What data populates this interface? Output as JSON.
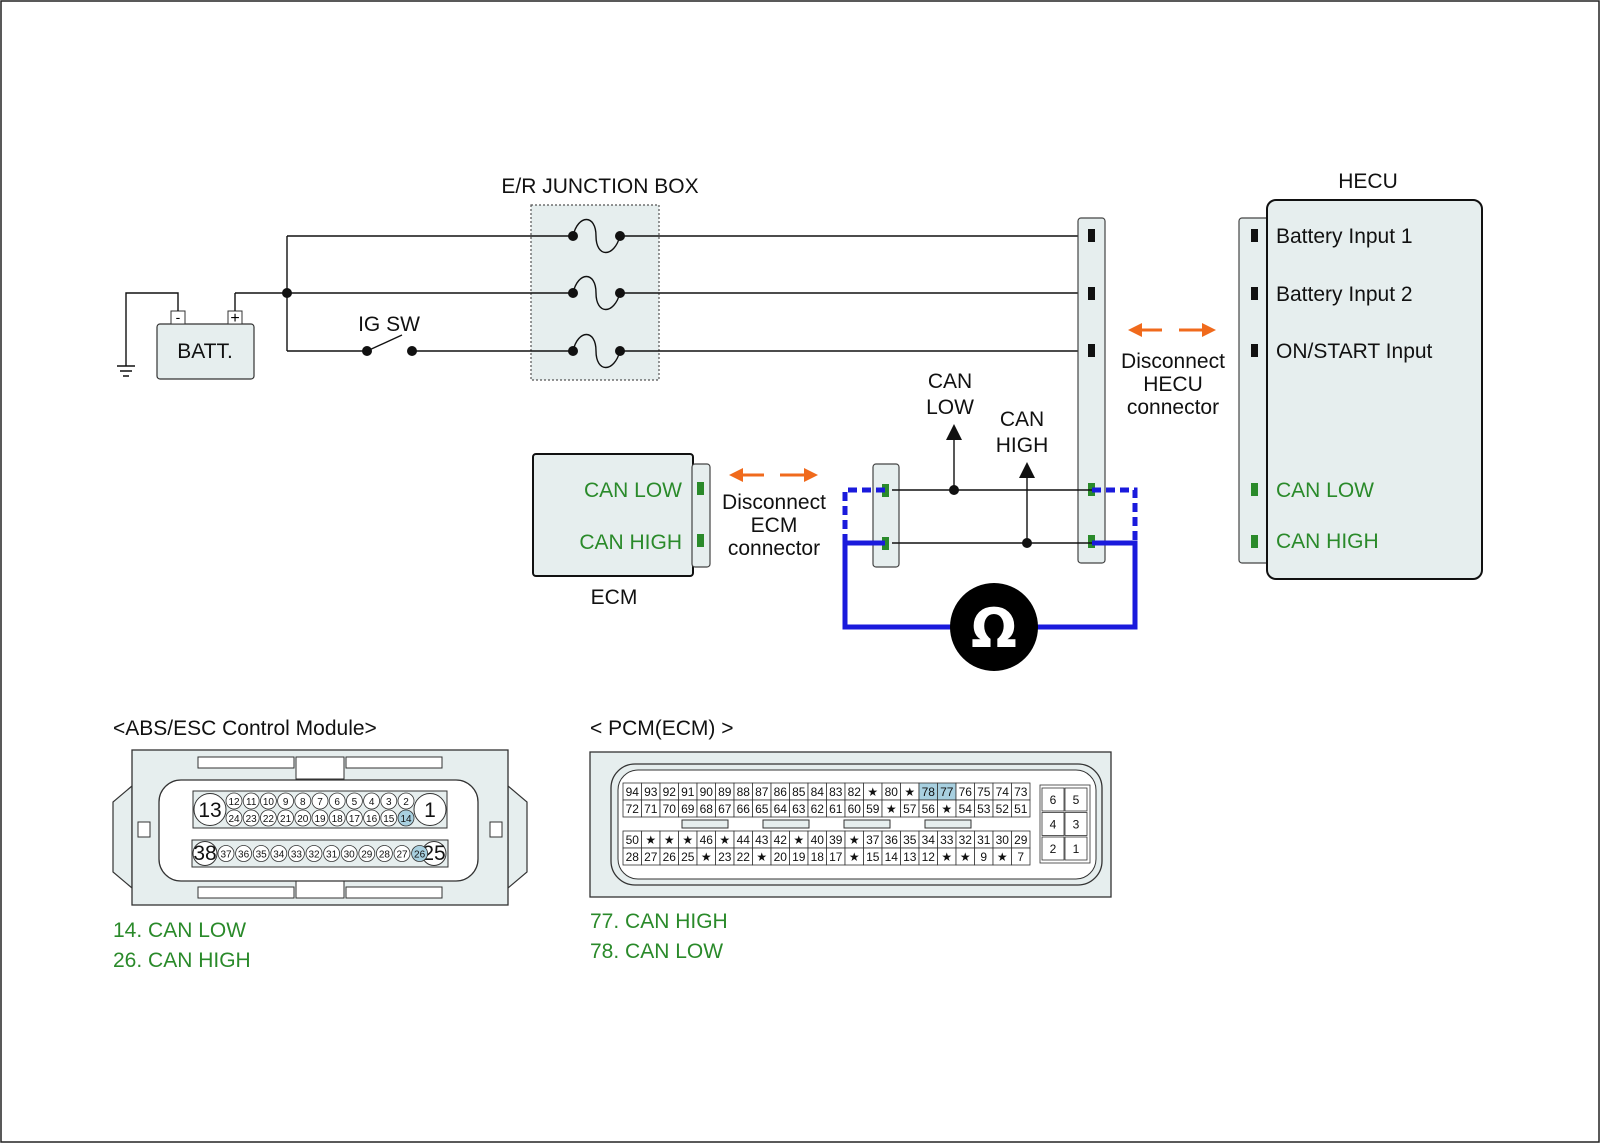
{
  "labels": {
    "junction_box": "E/R JUNCTION BOX",
    "batt": "BATT.",
    "batt_minus": "-",
    "batt_plus": "+",
    "ig_sw": "IG SW",
    "hecu": "HECU",
    "hecu_pins": [
      "Battery Input 1",
      "Battery Input 2",
      "ON/START Input",
      "CAN LOW",
      "CAN HIGH"
    ],
    "ecm": "ECM",
    "ecm_pins": [
      "CAN LOW",
      "CAN HIGH"
    ],
    "disconnect_hecu": [
      "Disconnect",
      "HECU",
      "connector"
    ],
    "disconnect_ecm": [
      "Disconnect",
      "ECM",
      "connector"
    ],
    "can_low_probe": [
      "CAN",
      "LOW"
    ],
    "can_high_probe": [
      "CAN",
      "HIGH"
    ],
    "ohm_symbol": "Ω"
  },
  "abs_module": {
    "title": "<ABS/ESC Control Module>",
    "row1_left": "13",
    "row1_right": "1",
    "row1_top": [
      "12",
      "11",
      "10",
      "9",
      "8",
      "7",
      "6",
      "5",
      "4",
      "3",
      "2"
    ],
    "row1_bottom": [
      "24",
      "23",
      "22",
      "21",
      "20",
      "19",
      "18",
      "17",
      "16",
      "15",
      "14"
    ],
    "row2_left": "38",
    "row2_right": "25",
    "row2_pins": [
      "37",
      "36",
      "35",
      "34",
      "33",
      "32",
      "31",
      "30",
      "29",
      "28",
      "27",
      "26"
    ],
    "highlight": [
      "14",
      "26"
    ],
    "notes": [
      "14. CAN LOW",
      "26. CAN HIGH"
    ]
  },
  "pcm": {
    "title": "< PCM(ECM) >",
    "row_a": [
      "94",
      "93",
      "92",
      "91",
      "90",
      "89",
      "88",
      "87",
      "86",
      "85",
      "84",
      "83",
      "82",
      "★",
      "80",
      "★",
      "78",
      "77",
      "76",
      "75",
      "74",
      "73"
    ],
    "row_b": [
      "72",
      "71",
      "70",
      "69",
      "68",
      "67",
      "66",
      "65",
      "64",
      "63",
      "62",
      "61",
      "60",
      "59",
      "★",
      "57",
      "56",
      "★",
      "54",
      "53",
      "52",
      "51"
    ],
    "row_c": [
      "50",
      "★",
      "★",
      "★",
      "46",
      "★",
      "44",
      "43",
      "42",
      "★",
      "40",
      "39",
      "★",
      "37",
      "36",
      "35",
      "34",
      "33",
      "32",
      "31",
      "30",
      "29"
    ],
    "row_d": [
      "28",
      "27",
      "26",
      "25",
      "★",
      "23",
      "22",
      "★",
      "20",
      "19",
      "18",
      "17",
      "★",
      "15",
      "14",
      "13",
      "12",
      "★",
      "★",
      "9",
      "★",
      "7"
    ],
    "small_grid": [
      [
        "6",
        "5"
      ],
      [
        "4",
        "3"
      ],
      [
        "2",
        "1"
      ]
    ],
    "highlight": [
      "78",
      "77"
    ],
    "notes": [
      "77. CAN HIGH",
      "78. CAN LOW"
    ]
  },
  "colors": {
    "can_pin": "#2a8a2a",
    "meter_wire": "#1a1adc",
    "arrow": "#f06a1c",
    "module_fill": "#e6eeee",
    "highlight": "#a8d0e0"
  }
}
